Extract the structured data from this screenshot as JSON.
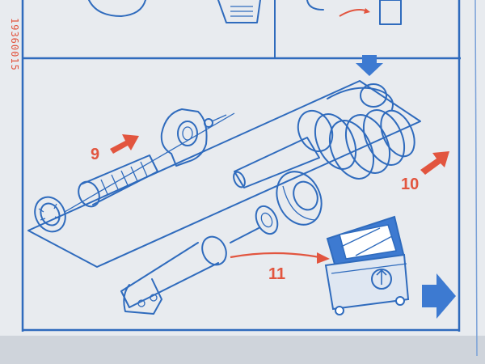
{
  "document_code": "19360015",
  "step_labels": [
    {
      "id": "step-9",
      "text": "9"
    },
    {
      "id": "step-10",
      "text": "10"
    },
    {
      "id": "step-11",
      "text": "11"
    }
  ],
  "colors": {
    "paper": "#e8ebef",
    "ink_blue": "#2f6bbd",
    "accent_red": "#e2553f",
    "arrow_blue": "#3d7ad1"
  },
  "icons": [
    "down-arrow-icon",
    "next-page-arrow-icon",
    "recycling-bin-icon"
  ]
}
